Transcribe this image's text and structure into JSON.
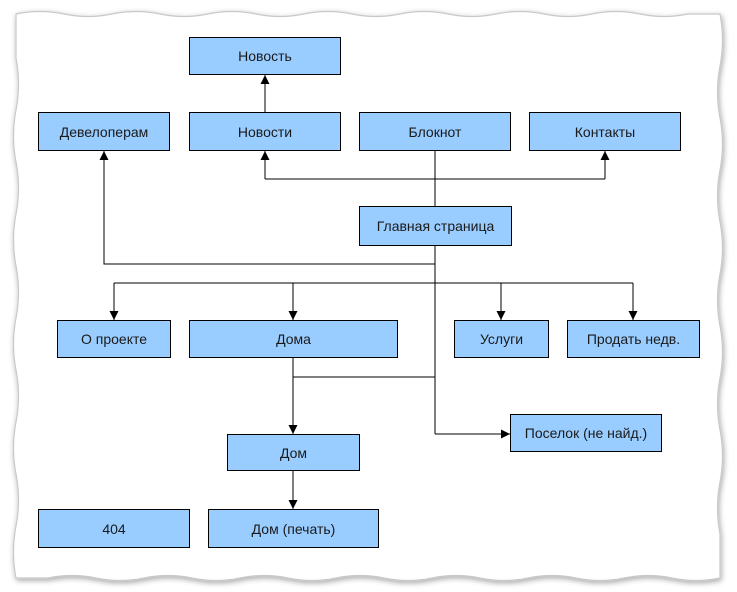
{
  "diagram": {
    "colors": {
      "node_fill": "#99ccff",
      "node_border": "#000000",
      "connector": "#000000",
      "frame_border": "#c0c0c0",
      "background": "#ffffff"
    },
    "nodes": {
      "novost": "Новость",
      "developeram": "Девелоперам",
      "novosti": "Новости",
      "bloknot": "Блокнот",
      "kontakty": "Контакты",
      "glavnaya": "Главная страница",
      "o_proekte": "О проекте",
      "doma": "Дома",
      "uslugi": "Услуги",
      "prodat": "Продать недв.",
      "dom": "Дом",
      "poselok": "Поселок (не найд.)",
      "err404": "404",
      "dom_pechat": "Дом (печать)"
    }
  }
}
